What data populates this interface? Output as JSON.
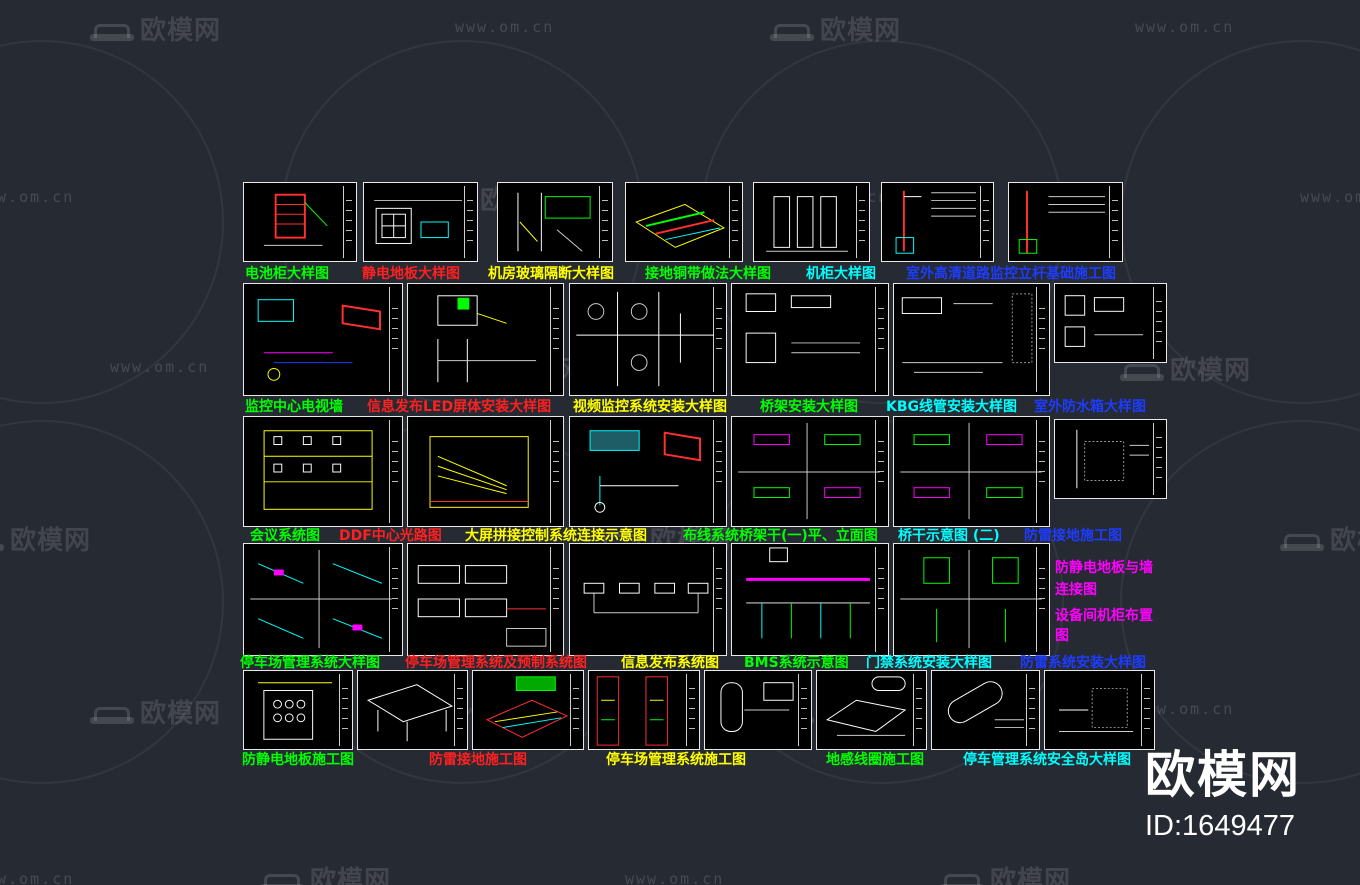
{
  "watermark": {
    "brand": "欧模网",
    "url": "www.om.cn"
  },
  "logo": {
    "brand": "欧模网",
    "id": "ID:1649477"
  },
  "colors": {
    "background": "#262a33",
    "green": "#00ff00",
    "red": "#ff2020",
    "yellow": "#ffff00",
    "cyan": "#00ffff",
    "blue": "#1e3cff",
    "magenta": "#ff00ff"
  },
  "captions": {
    "r1_1": "电池柜大样图",
    "r1_2": "静电地板大样图",
    "r1_3": "机房玻璃隔断大样图",
    "r1_4": "接地铜带做法大样图",
    "r1_5": "机柜大样图",
    "r1_6": "室外高清道路监控立杆基础施工图",
    "r2_1": "监控中心电视墙",
    "r2_2": "信息发布LED屏体安装大样图",
    "r2_3": "视频监控系统安装大样图",
    "r2_4": "桥架安装大样图",
    "r2_5": "KBG线管安装大样图",
    "r2_6": "室外防水箱大样图",
    "r3_1": "会议系统图",
    "r3_2": "DDF中心光路图",
    "r3_3": "大屏拼接控制系统连接示意图",
    "r3_4": "布线系统桥架干(一)平、立面图",
    "r3_5": "桥干示意图 (二)",
    "r3_6": "防雷接地施工图",
    "r3_7a": "防静电地板与墙",
    "r3_7b": "连接图",
    "r3_8a": "设备间机柜布置",
    "r3_8b": "图",
    "r4_1": "停车场管理系统大样图",
    "r4_2": "停车场管理系统及预制系统图",
    "r4_3": "信息发布系统图",
    "r4_4": "BMS系统示意图",
    "r4_5": "门禁系统安装大样图",
    "r4_6": "防雷系统安装大样图",
    "r5_1": "防静电地板施工图",
    "r5_2": "防雷接地施工图",
    "r5_3": "停车场管理系统施工图",
    "r5_4": "地感线圈施工图",
    "r5_5": "停车管理系统安全岛大样图"
  }
}
